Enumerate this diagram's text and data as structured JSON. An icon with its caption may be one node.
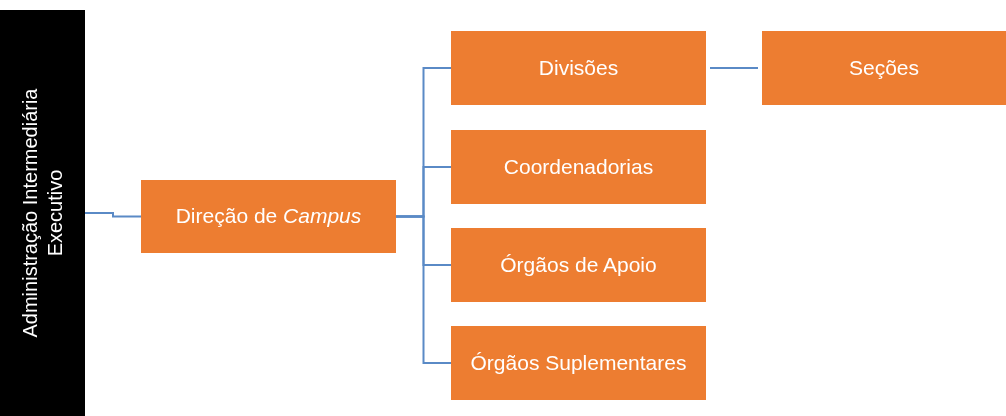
{
  "diagram": {
    "nodes": [
      {
        "text": [
          "Administração Intermediária Executivo"
        ]
      },
      {
        "text": [
          "Direção de *Campus*"
        ]
      },
      {
        "text": [
          "Divisões"
        ]
      },
      {
        "text": [
          "Seções"
        ]
      },
      {
        "text": [
          "Coordenadorias"
        ]
      },
      {
        "text": [
          "Órgãos de Apoio"
        ]
      },
      {
        "text": [
          "Órgãos Suplementares"
        ]
      }
    ],
    "edges": [
      {
        "from": 0,
        "to": 1,
        "arrow": "none"
      },
      {
        "from": 1,
        "to": 2,
        "arrow": "none"
      },
      {
        "from": 1,
        "to": 4,
        "arrow": "none"
      },
      {
        "from": 1,
        "to": 5,
        "arrow": "none"
      },
      {
        "from": 1,
        "to": 6,
        "arrow": "none"
      },
      {
        "from": 2,
        "to": 3,
        "arrow": "none"
      }
    ]
  }
}
